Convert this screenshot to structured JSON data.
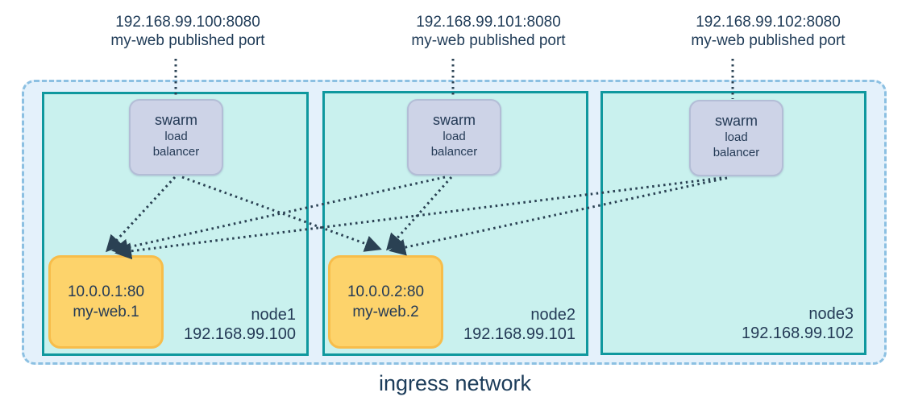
{
  "published_ports": [
    {
      "address": "192.168.99.100:8080",
      "caption": "my-web published port"
    },
    {
      "address": "192.168.99.101:8080",
      "caption": "my-web published port"
    },
    {
      "address": "192.168.99.102:8080",
      "caption": "my-web published port"
    }
  ],
  "load_balancer_label": {
    "line1": "swarm",
    "line2": "load",
    "line3": "balancer"
  },
  "nodes": [
    {
      "name": "node1",
      "ip": "192.168.99.100",
      "task": {
        "address": "10.0.0.1:80",
        "name": "my-web.1"
      }
    },
    {
      "name": "node2",
      "ip": "192.168.99.101",
      "task": {
        "address": "10.0.0.2:80",
        "name": "my-web.2"
      }
    },
    {
      "name": "node3",
      "ip": "192.168.99.102"
    }
  ],
  "ingress_label": "ingress network",
  "colors": {
    "ingress_fill": "#e4f1fb",
    "ingress_border": "#8cc0e2",
    "node_fill": "#c9f1ee",
    "node_border": "#0f989e",
    "load_balancer_fill": "#cdd3e7",
    "load_balancer_border": "#b3bdd6",
    "task_fill": "#fdd36b",
    "task_border": "#f7bd4a",
    "connector": "#2a4153",
    "text": "#1f3b57"
  }
}
